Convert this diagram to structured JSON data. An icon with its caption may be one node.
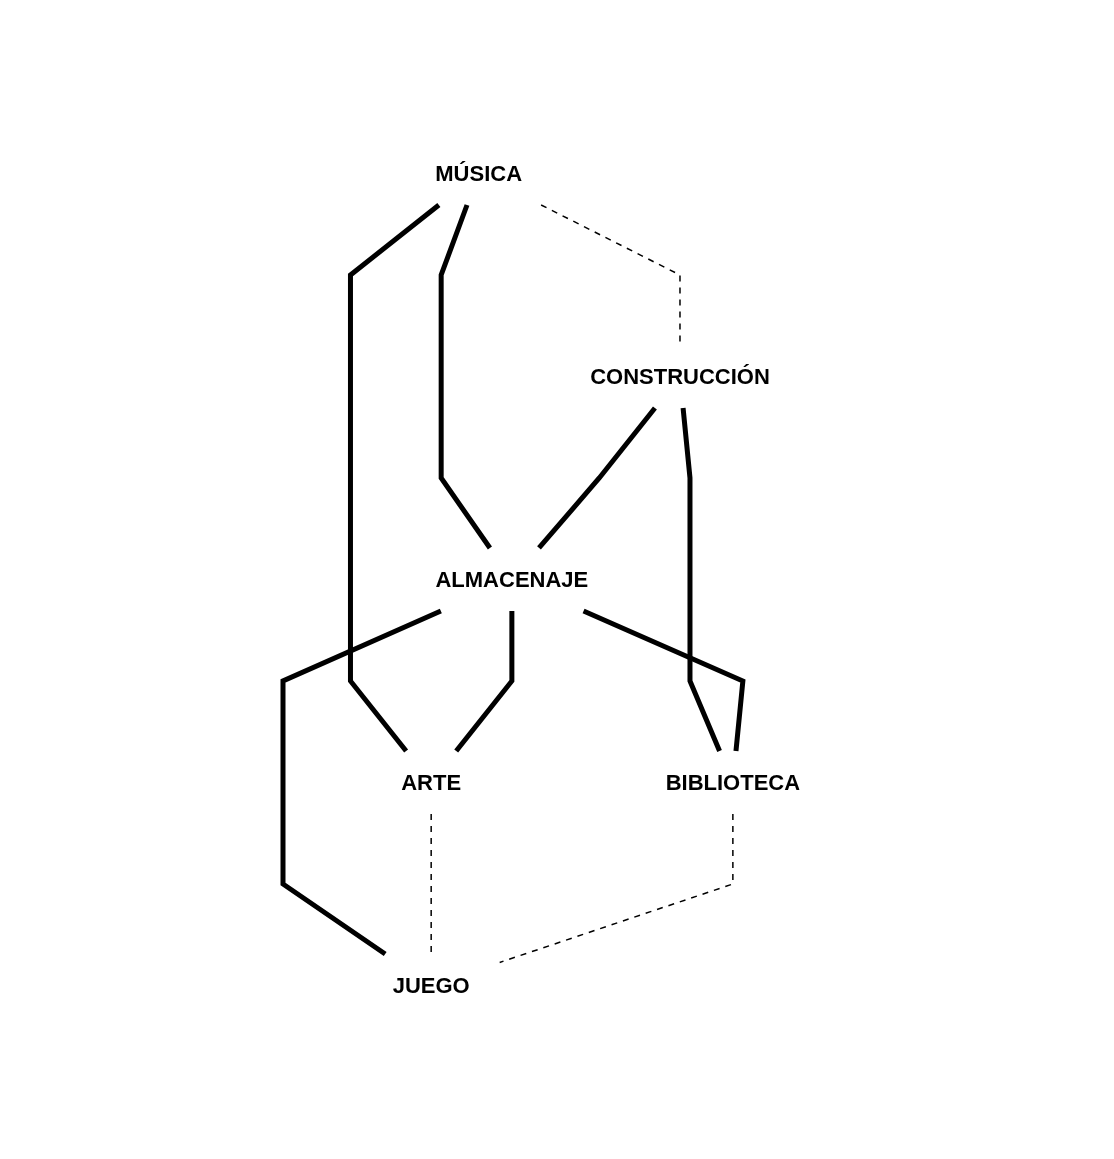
{
  "diagram": {
    "nodes": [
      {
        "text": [
          "MÚSICA"
        ]
      },
      {
        "text": [
          "CONSTRUCCIÓN"
        ]
      },
      {
        "text": [
          "ALMACENAJE"
        ]
      },
      {
        "text": [
          "ARTE"
        ]
      },
      {
        "text": [
          "BIBLIOTECA"
        ]
      },
      {
        "text": [
          "JUEGO"
        ]
      }
    ],
    "edges": [
      {
        "from": 0,
        "to": 1,
        "arrow": "none",
        "style": "dashed"
      },
      {
        "from": 0,
        "to": 3,
        "arrow": "none"
      },
      {
        "from": 0,
        "to": 2,
        "arrow": "none"
      },
      {
        "from": 1,
        "to": 2,
        "arrow": "none"
      },
      {
        "from": 1,
        "to": 4,
        "arrow": "none"
      },
      {
        "from": 2,
        "to": 3,
        "arrow": "none"
      },
      {
        "from": 2,
        "to": 4,
        "arrow": "none"
      },
      {
        "from": 2,
        "to": 5,
        "arrow": "none"
      },
      {
        "from": 3,
        "to": 5,
        "arrow": "none",
        "style": "dashed"
      },
      {
        "from": 4,
        "to": 5,
        "arrow": "none",
        "style": "dashed"
      }
    ]
  }
}
